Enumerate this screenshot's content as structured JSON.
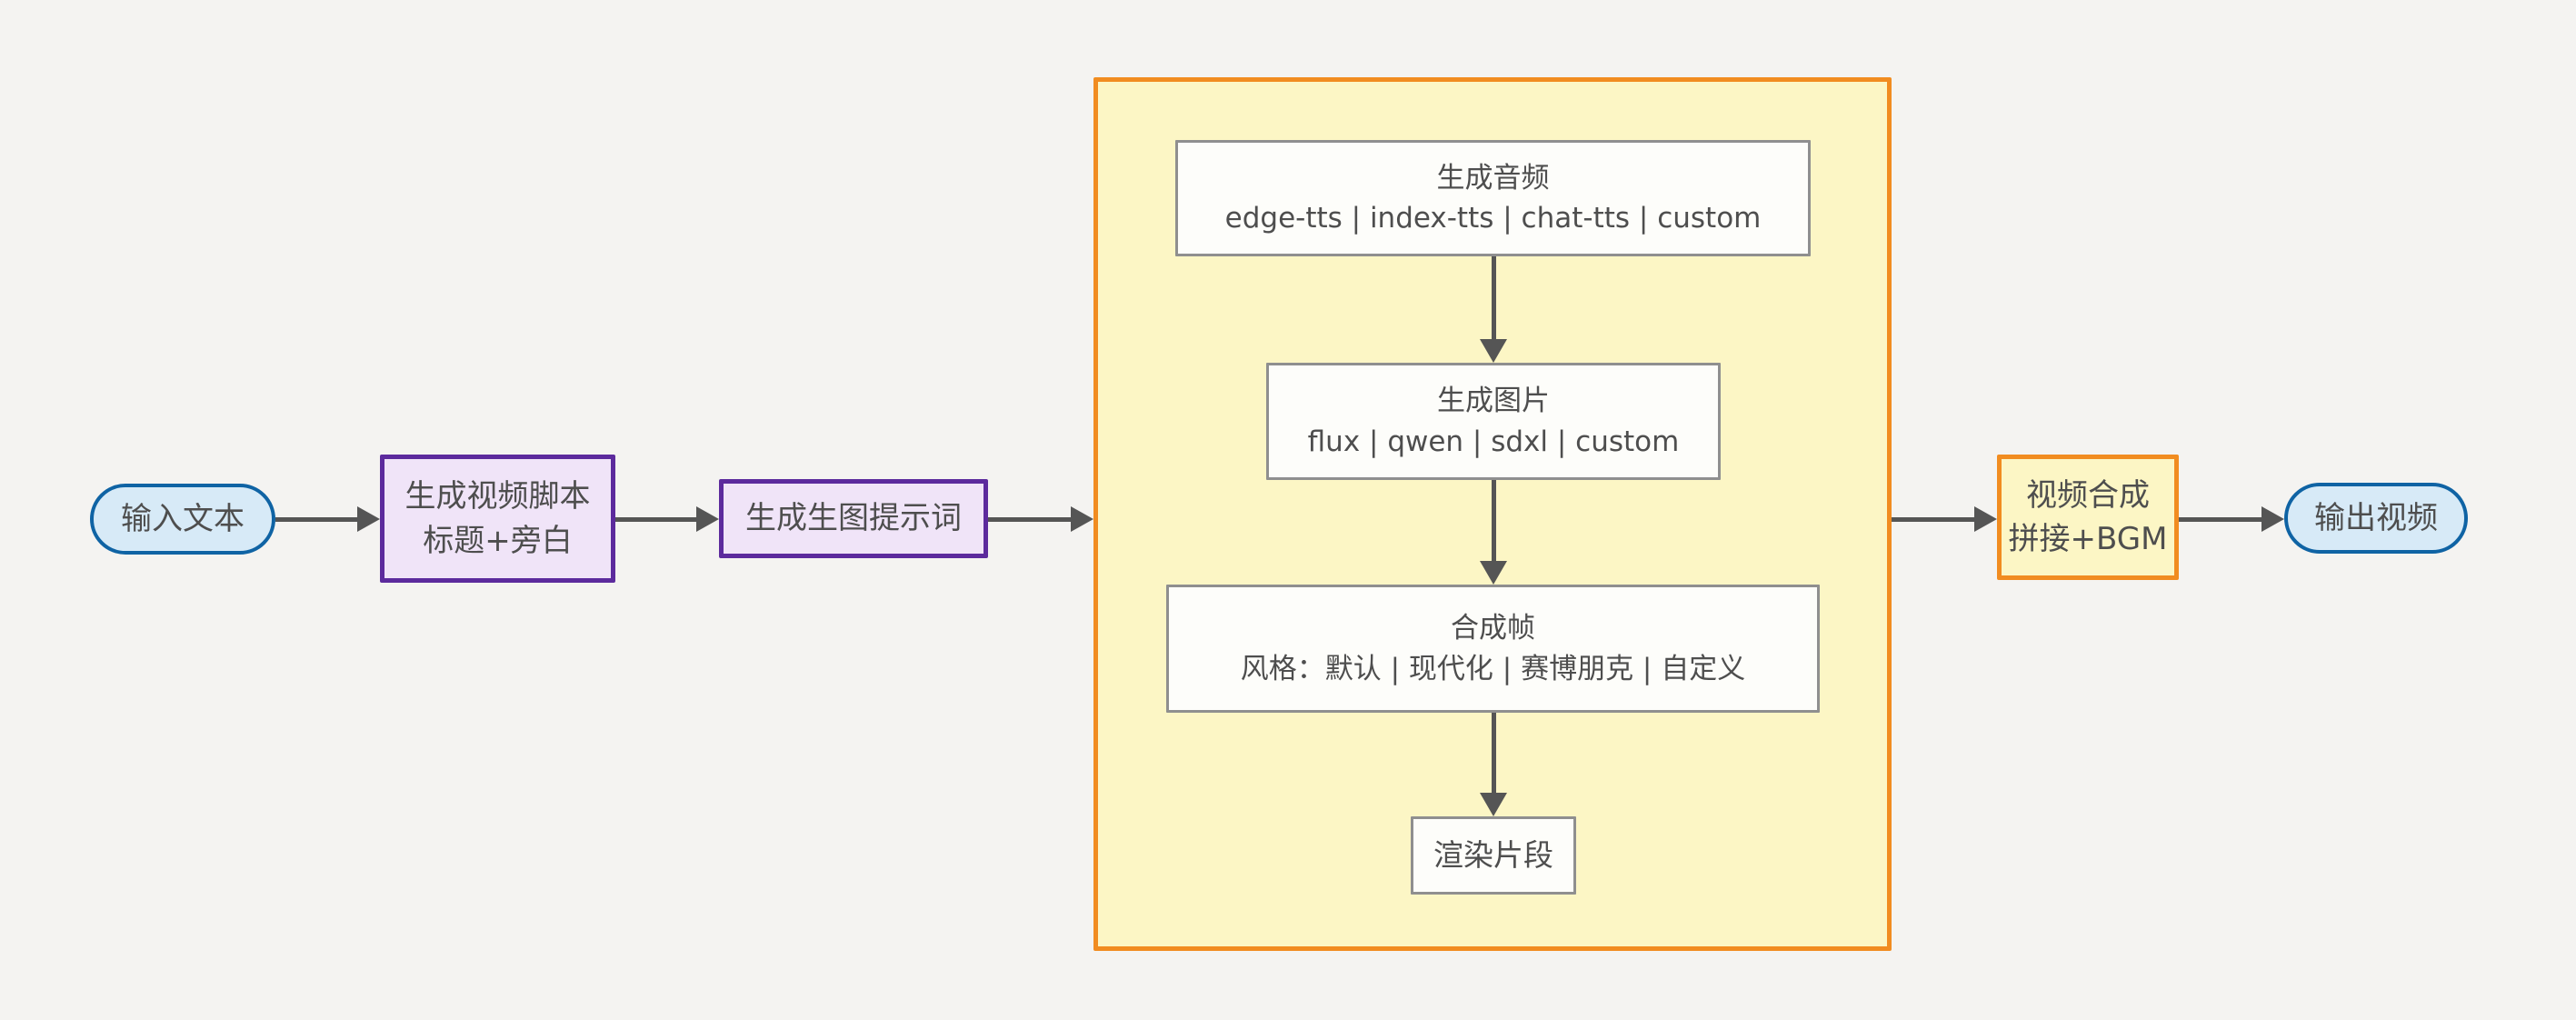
{
  "diagram": {
    "type": "flowchart",
    "direction": "left-to-right",
    "nodes": {
      "input": {
        "shape": "stadium",
        "label": "输入文本"
      },
      "script": {
        "shape": "rect",
        "line1": "生成视频脚本",
        "line2": "标题+旁白"
      },
      "prompt": {
        "shape": "rect",
        "label": "生成生图提示词"
      },
      "audio": {
        "shape": "rect",
        "line1": "生成音频",
        "line2": "edge-tts | index-tts | chat-tts | custom"
      },
      "image": {
        "shape": "rect",
        "line1": "生成图片",
        "line2": "flux | qwen | sdxl | custom"
      },
      "frame": {
        "shape": "rect",
        "line1": "合成帧",
        "line2": "风格：默认 | 现代化 | 赛博朋克 | 自定义"
      },
      "render": {
        "shape": "rect",
        "label": "渲染片段"
      },
      "compose": {
        "shape": "rect",
        "line1": "视频合成",
        "line2": "拼接+BGM"
      },
      "output": {
        "shape": "stadium",
        "label": "输出视频"
      }
    },
    "edges": [
      {
        "from": "input",
        "to": "script"
      },
      {
        "from": "script",
        "to": "prompt"
      },
      {
        "from": "prompt",
        "to": "group"
      },
      {
        "from": "audio",
        "to": "image"
      },
      {
        "from": "image",
        "to": "frame"
      },
      {
        "from": "frame",
        "to": "render"
      },
      {
        "from": "group",
        "to": "compose"
      },
      {
        "from": "compose",
        "to": "output"
      }
    ],
    "colors": {
      "background": "#f4f3f1",
      "text": "#4e4e4e",
      "arrow": "#555555",
      "stadium_border": "#0f63a4",
      "stadium_fill": "#d7eaf7",
      "purple_border": "#5c2a9d",
      "purple_fill": "#f0e4f8",
      "orange_border": "#f18c20",
      "yellow_fill": "#fcf6c5",
      "white_fill": "#fdfdfa",
      "gray_border": "#8f8f8f"
    }
  }
}
